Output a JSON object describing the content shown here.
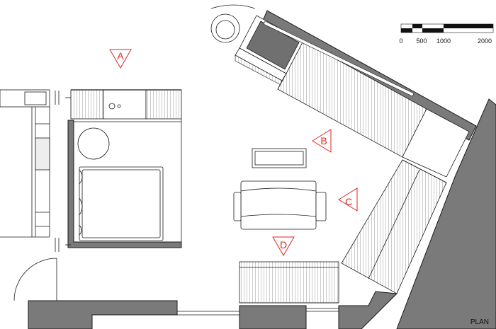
{
  "plan_title": "PLAN",
  "scale_bar": {
    "ticks": [
      "0",
      "500",
      "1000",
      "2000"
    ]
  },
  "section_markers": [
    {
      "letter": "A"
    },
    {
      "letter": "B"
    },
    {
      "letter": "C"
    },
    {
      "letter": "D"
    }
  ],
  "colors": {
    "wall_fill": "#7a7a7a",
    "line": "#1a1a1a",
    "marker": "#e0261f",
    "background": "#ffffff"
  }
}
